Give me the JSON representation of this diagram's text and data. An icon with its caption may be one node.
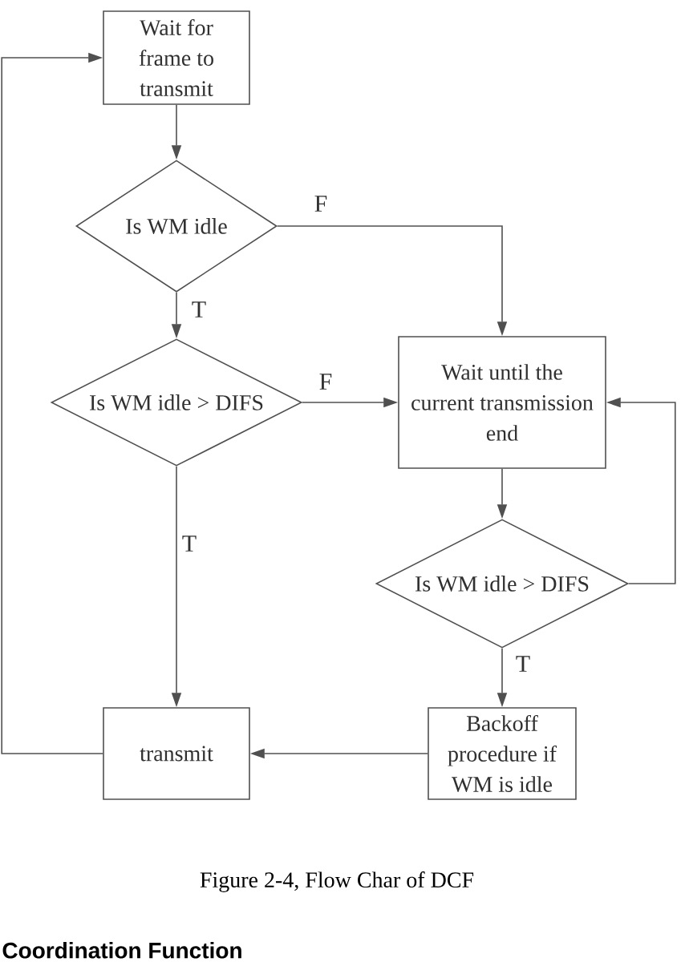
{
  "diagram": {
    "caption": "Figure 2-4, Flow Char of DCF",
    "nodes": [
      {
        "text": [
          "Wait for frame to transmit"
        ]
      },
      {
        "text": [
          "Is WM idle"
        ]
      },
      {
        "text": [
          "Is WM idle > DIFS"
        ]
      },
      {
        "text": [
          "Wait until the current transmission end"
        ]
      },
      {
        "text": [
          "Is WM idle > DIFS"
        ]
      },
      {
        "text": [
          "transmit"
        ]
      },
      {
        "text": [
          "Backoff procedure if WM is idle"
        ]
      }
    ],
    "edges": [
      {
        "from": 0,
        "to": 1,
        "arrow": "to"
      },
      {
        "from": 1,
        "to": 2,
        "arrow": "to",
        "label": "T"
      },
      {
        "from": 1,
        "to": 3,
        "arrow": "to",
        "label": "F"
      },
      {
        "from": 2,
        "to": 3,
        "arrow": "to",
        "label": "F"
      },
      {
        "from": 2,
        "to": 5,
        "arrow": "to",
        "label": "T"
      },
      {
        "from": 3,
        "to": 4,
        "arrow": "to"
      },
      {
        "from": 4,
        "to": 3,
        "arrow": "to"
      },
      {
        "from": 4,
        "to": 6,
        "arrow": "to",
        "label": "T"
      },
      {
        "from": 6,
        "to": 5,
        "arrow": "to"
      },
      {
        "from": 5,
        "to": 0,
        "arrow": "to"
      }
    ],
    "labels": [
      "Coordination Function"
    ]
  }
}
